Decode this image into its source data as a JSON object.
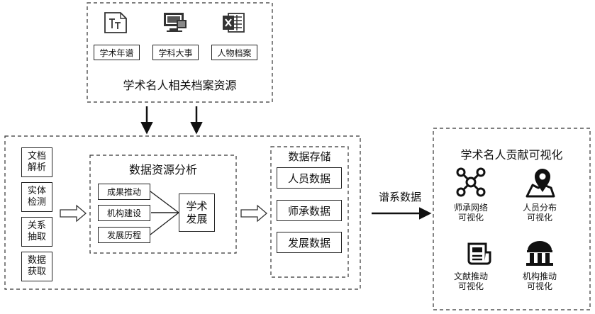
{
  "sources": {
    "items": [
      {
        "label": "学术年谱",
        "icon": "text-document-icon"
      },
      {
        "label": "学科大事",
        "icon": "monitor-screens-icon"
      },
      {
        "label": "人物档案",
        "icon": "excel-file-icon"
      }
    ],
    "title": "学术名人相关档案资源"
  },
  "processing": {
    "steps": [
      "文档\n解析",
      "实体\n检测",
      "关系\n抽取",
      "数据\n获取"
    ],
    "analysis": {
      "title": "数据资源分析",
      "items": [
        "成果推动",
        "机构建设",
        "发展历程"
      ],
      "result": "学术\n发展"
    },
    "storage": {
      "title": "数据存储",
      "items": [
        "人员数据",
        "师承数据",
        "发展数据"
      ]
    }
  },
  "flow_label": "谱系数据",
  "visualization": {
    "title": "学术名人贡献可视化",
    "items": [
      {
        "label": "师承网络\n可视化",
        "icon": "network-graph-icon"
      },
      {
        "label": "人员分布\n可视化",
        "icon": "map-pin-icon"
      },
      {
        "label": "文献推动\n可视化",
        "icon": "newspaper-icon"
      },
      {
        "label": "机构推动\n可视化",
        "icon": "institution-building-icon"
      }
    ]
  }
}
